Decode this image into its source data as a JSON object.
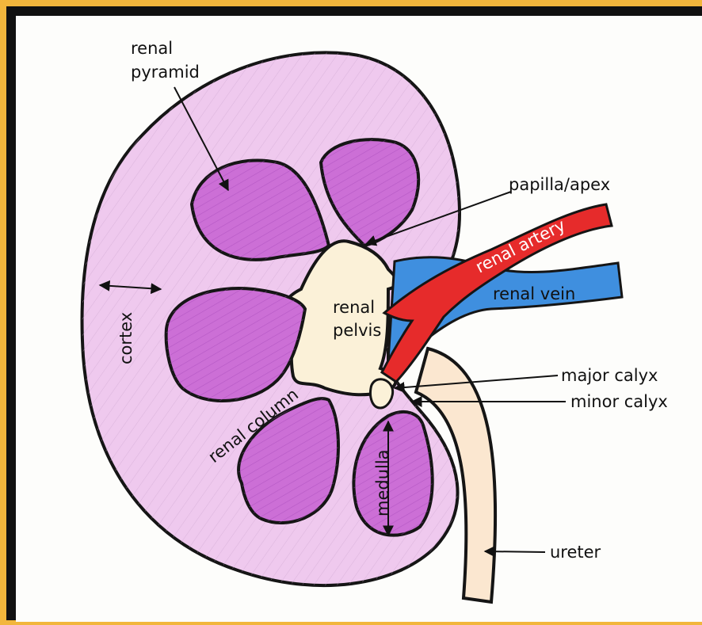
{
  "diagram": {
    "labels": {
      "renal_pyramid_line1": "renal",
      "renal_pyramid_line2": "pyramid",
      "papilla_apex": "papilla/apex",
      "renal_artery": "renal artery",
      "renal_vein": "renal vein",
      "cortex": "cortex",
      "renal_pelvis_line1": "renal",
      "renal_pelvis_line2": "pelvis",
      "renal_column": "renal column",
      "major_calyx": "major calyx",
      "minor_calyx": "minor calyx",
      "medulla": "medulla",
      "ureter": "ureter"
    },
    "colors": {
      "frame": "#f2b63c",
      "border": "#111111",
      "cortex": "#efc9ee",
      "pyramid": "#cc6fd6",
      "pelvis": "#fbf1d8",
      "artery": "#e62b2b",
      "vein": "#3f8fdf",
      "outline": "#151515"
    }
  }
}
